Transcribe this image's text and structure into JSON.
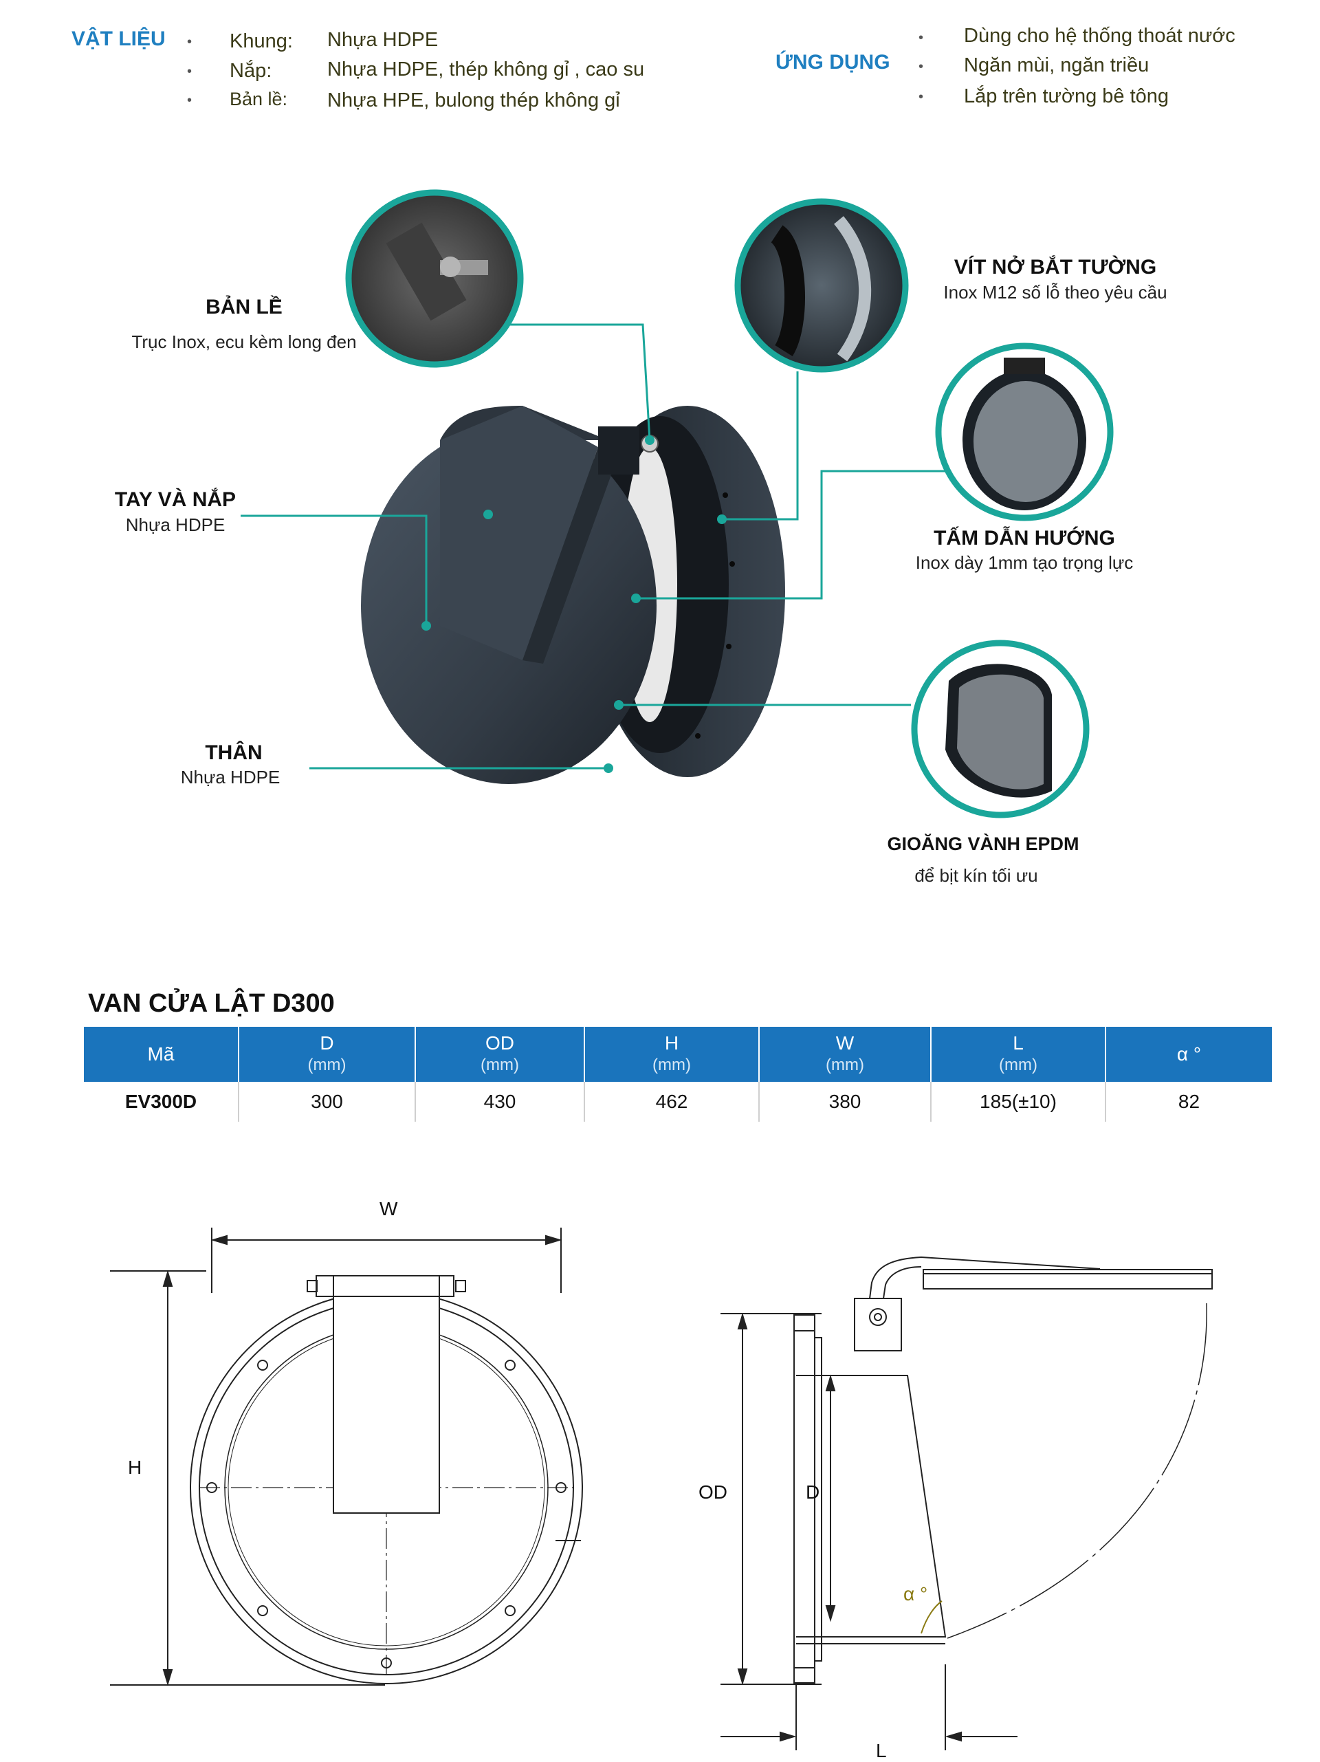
{
  "materials": {
    "heading": "VẬT LIỆU",
    "rows": [
      {
        "label": "Khung:",
        "value": "Nhựa HDPE"
      },
      {
        "label": "Nắp:",
        "value": "Nhựa HDPE, thép không gỉ , cao su"
      },
      {
        "label": "Bản lề:",
        "value": "Nhựa HPE, bulong thép không gỉ"
      }
    ]
  },
  "applications": {
    "heading": "ỨNG DỤNG",
    "items": [
      "Dùng  cho hệ thống thoát nước",
      "Ngăn mùi, ngăn triều",
      "Lắp trên tường bê tông"
    ]
  },
  "bullet_char": "•",
  "callouts": {
    "hinge": {
      "title": "BẢN LỀ",
      "sub": "Trục Inox, ecu kèm long đen"
    },
    "arm": {
      "title": "TAY VÀ NẮP",
      "sub": "Nhựa HDPE"
    },
    "body": {
      "title": "THÂN",
      "sub": "Nhựa HDPE"
    },
    "anchor": {
      "title": "VÍT NỞ BẮT TƯỜNG",
      "sub": "Inox M12 số lỗ theo yêu cầu"
    },
    "guide": {
      "title": "TẤM DẪN HƯỚNG",
      "sub": "Inox dày 1mm tạo trọng lực"
    },
    "gasket": {
      "title": "GIOĂNG VÀNH EPDM",
      "sub": "để bịt kín tối ưu"
    }
  },
  "product_title": "VAN CỬA LẬT D300",
  "table": {
    "headers": [
      {
        "name": "Mã",
        "unit": ""
      },
      {
        "name": "D",
        "unit": "(mm)"
      },
      {
        "name": "OD",
        "unit": "(mm)"
      },
      {
        "name": "H",
        "unit": "(mm)"
      },
      {
        "name": "W",
        "unit": "(mm)"
      },
      {
        "name": "L",
        "unit": "(mm)"
      },
      {
        "name": "α °",
        "unit": ""
      }
    ],
    "row": [
      "EV300D",
      "300",
      "430",
      "462",
      "380",
      "185(±10)",
      "82"
    ]
  },
  "drawing_labels": {
    "w": "W",
    "h": "H",
    "od": "OD",
    "d": "D",
    "l": "L",
    "alpha": "α °"
  },
  "colors": {
    "teal": "#1aa69a",
    "blue_header": "#1a74bc",
    "heading_blue": "#1f7fc0",
    "alpha_label": "#8a7a12"
  }
}
